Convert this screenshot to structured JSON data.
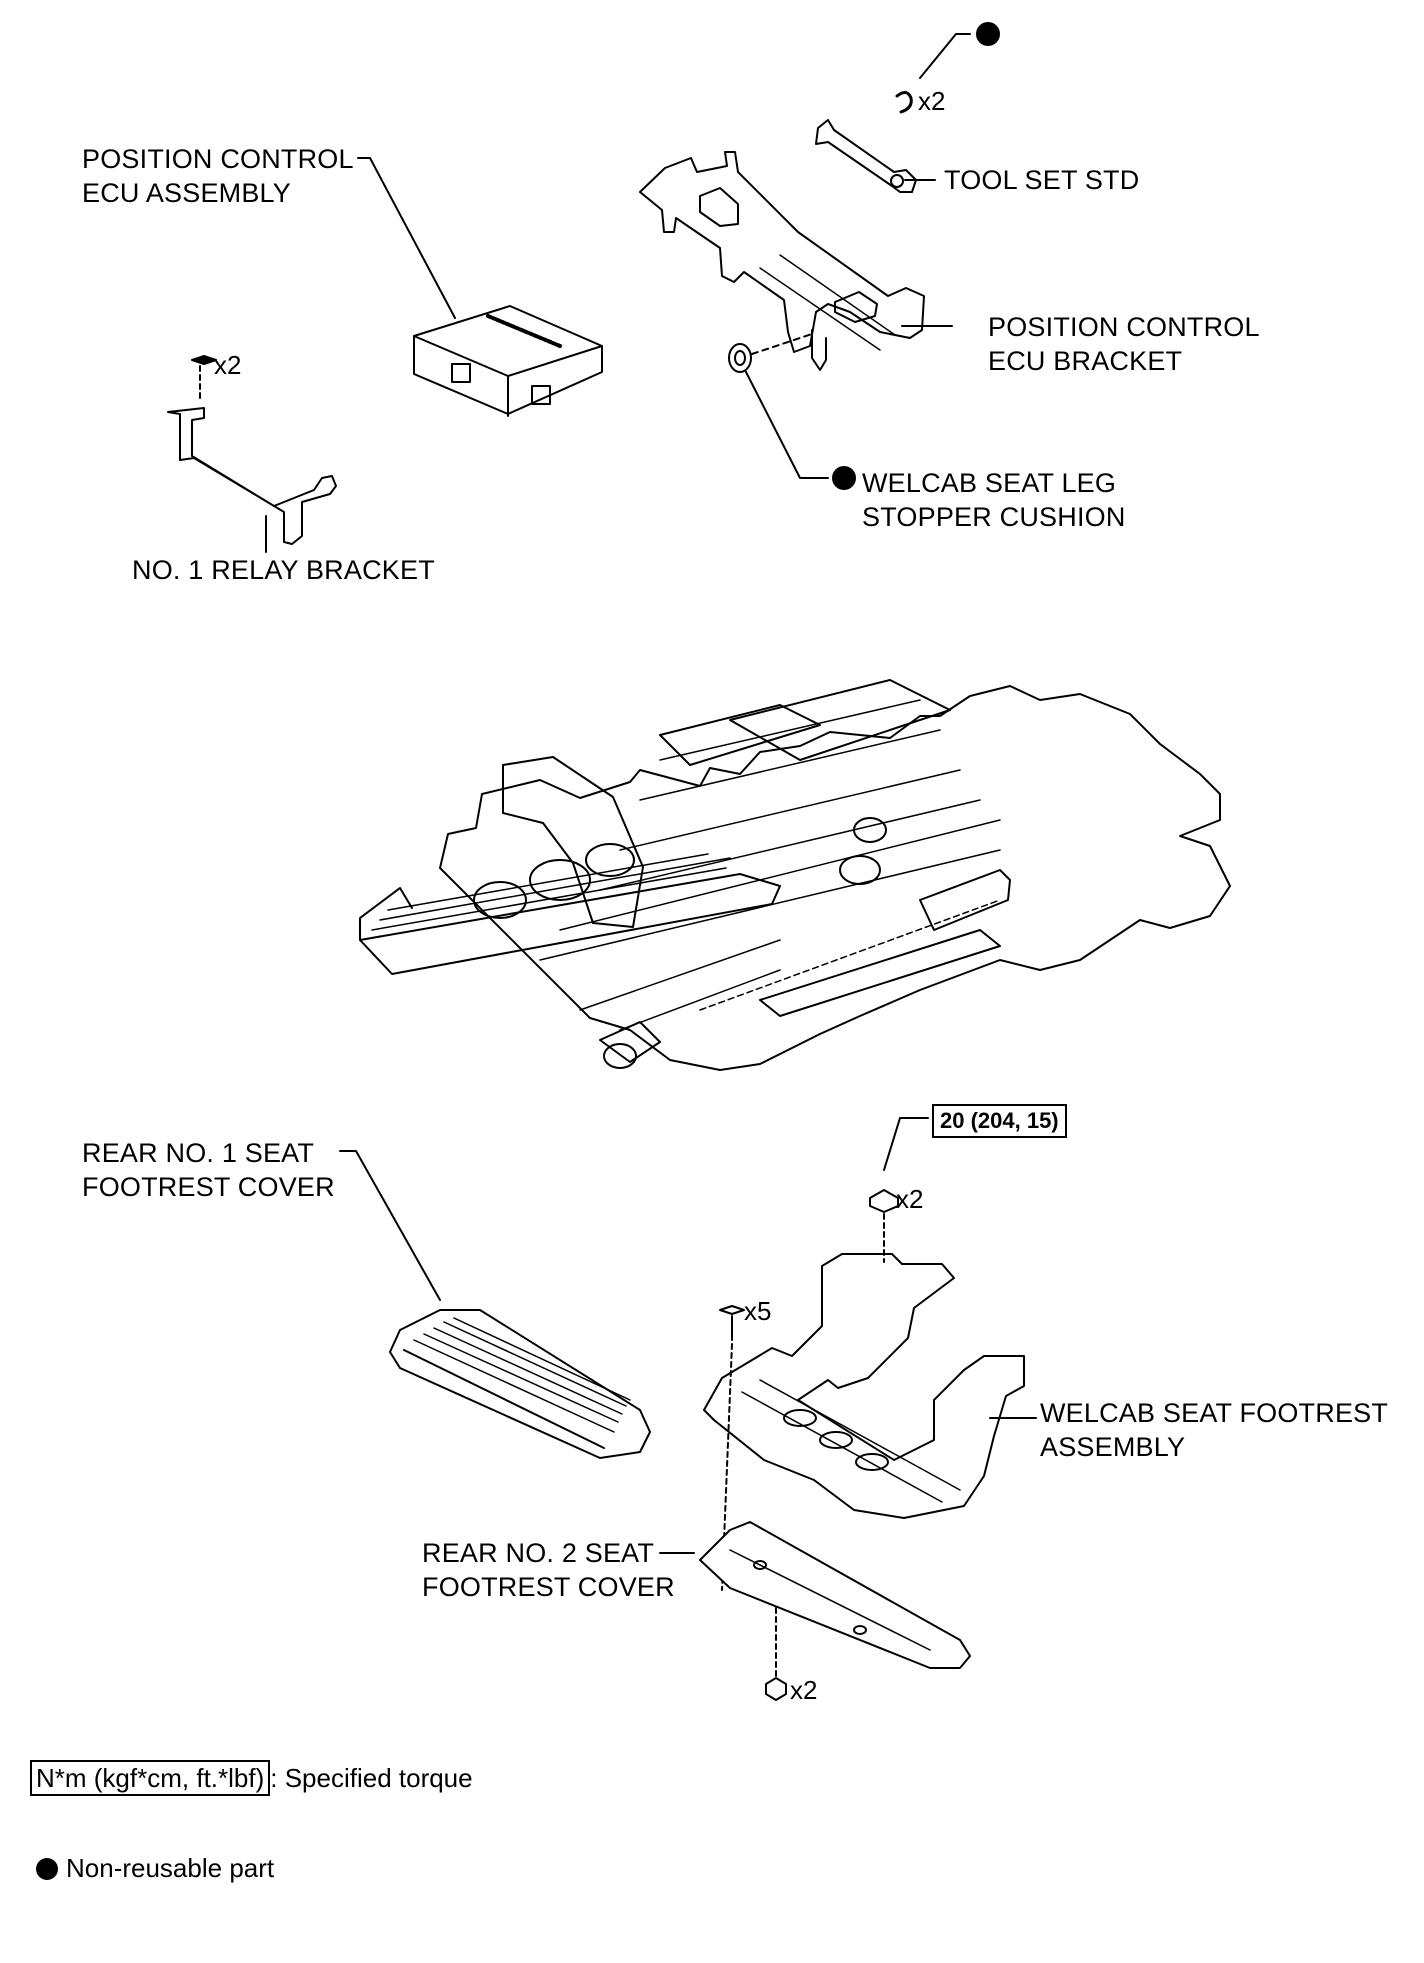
{
  "labels": {
    "position_control_ecu_assembly": [
      "POSITION CONTROL",
      "ECU ASSEMBLY"
    ],
    "no1_relay_bracket": "NO. 1 RELAY BRACKET",
    "tool_set_std": "TOOL SET STD",
    "position_control_ecu_bracket": [
      "POSITION CONTROL",
      "ECU BRACKET"
    ],
    "welcab_seat_leg_stopper_cushion": [
      "WELCAB SEAT LEG",
      "STOPPER CUSHION"
    ],
    "rear_no1_seat_footrest_cover": [
      "REAR NO. 1 SEAT",
      "FOOTREST COVER"
    ],
    "welcab_seat_footrest_assembly": [
      "WELCAB SEAT FOOTREST",
      "ASSEMBLY"
    ],
    "rear_no2_seat_footrest_cover": [
      "REAR NO. 2 SEAT",
      "FOOTREST COVER"
    ]
  },
  "counts": {
    "clip_top": "x2",
    "relay_screw": "x2",
    "nut_footrest": "x2",
    "screw_footrest": "x5",
    "bolt_bottom": "x2"
  },
  "torque": "20 (204, 15)",
  "legend": {
    "torque_unit": "N*m (kgf*cm, ft.*lbf)",
    "torque_desc": ": Specified torque",
    "nonreusable_desc": "Non-reusable part"
  },
  "colors": {
    "ink": "#000000",
    "paper": "#ffffff"
  }
}
